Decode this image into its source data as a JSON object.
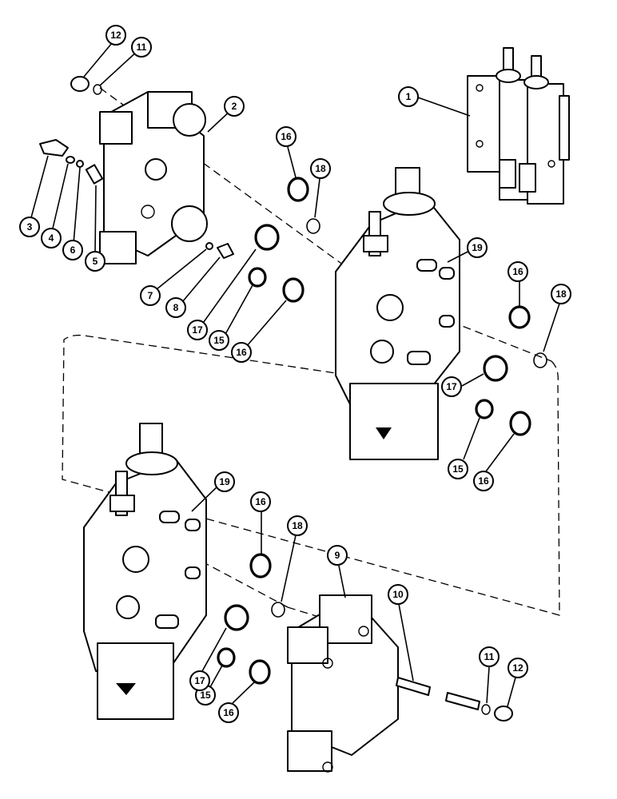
{
  "callouts": [
    {
      "id": "c1",
      "label": "1"
    },
    {
      "id": "c2",
      "label": "2"
    },
    {
      "id": "c3",
      "label": "3"
    },
    {
      "id": "c4",
      "label": "4"
    },
    {
      "id": "c5",
      "label": "5"
    },
    {
      "id": "c6",
      "label": "6"
    },
    {
      "id": "c7",
      "label": "7"
    },
    {
      "id": "c8",
      "label": "8"
    },
    {
      "id": "c9",
      "label": "9"
    },
    {
      "id": "c10",
      "label": "10"
    },
    {
      "id": "c11a",
      "label": "11"
    },
    {
      "id": "c11b",
      "label": "11"
    },
    {
      "id": "c12a",
      "label": "12"
    },
    {
      "id": "c12b",
      "label": "12"
    },
    {
      "id": "c15a",
      "label": "15"
    },
    {
      "id": "c15b",
      "label": "15"
    },
    {
      "id": "c15c",
      "label": "15"
    },
    {
      "id": "c16a",
      "label": "16"
    },
    {
      "id": "c16b",
      "label": "16"
    },
    {
      "id": "c16c",
      "label": "16"
    },
    {
      "id": "c16d",
      "label": "16"
    },
    {
      "id": "c16e",
      "label": "16"
    },
    {
      "id": "c16f",
      "label": "16"
    },
    {
      "id": "c17a",
      "label": "17"
    },
    {
      "id": "c17b",
      "label": "17"
    },
    {
      "id": "c17c",
      "label": "17"
    },
    {
      "id": "c18a",
      "label": "18"
    },
    {
      "id": "c18b",
      "label": "18"
    },
    {
      "id": "c18c",
      "label": "18"
    },
    {
      "id": "c19a",
      "label": "19"
    },
    {
      "id": "c19b",
      "label": "19"
    }
  ]
}
